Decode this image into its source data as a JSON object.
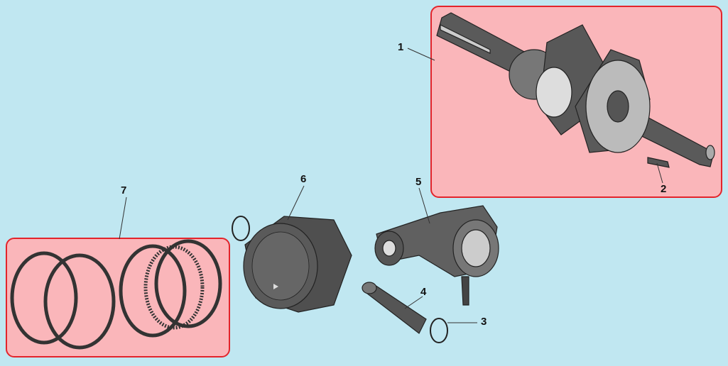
{
  "colors": {
    "background": "#c0e7f1",
    "highlight_fill": "#fab6ba",
    "highlight_border": "#e3242b",
    "part": "#555555"
  },
  "callouts": [
    {
      "label": "1",
      "part": "crankshaft"
    },
    {
      "label": "2",
      "part": "key"
    },
    {
      "label": "3",
      "part": "piston-pin-clip"
    },
    {
      "label": "4",
      "part": "piston-pin"
    },
    {
      "label": "5",
      "part": "connecting-rod"
    },
    {
      "label": "6",
      "part": "piston"
    },
    {
      "label": "7",
      "part": "piston-ring-set"
    }
  ]
}
